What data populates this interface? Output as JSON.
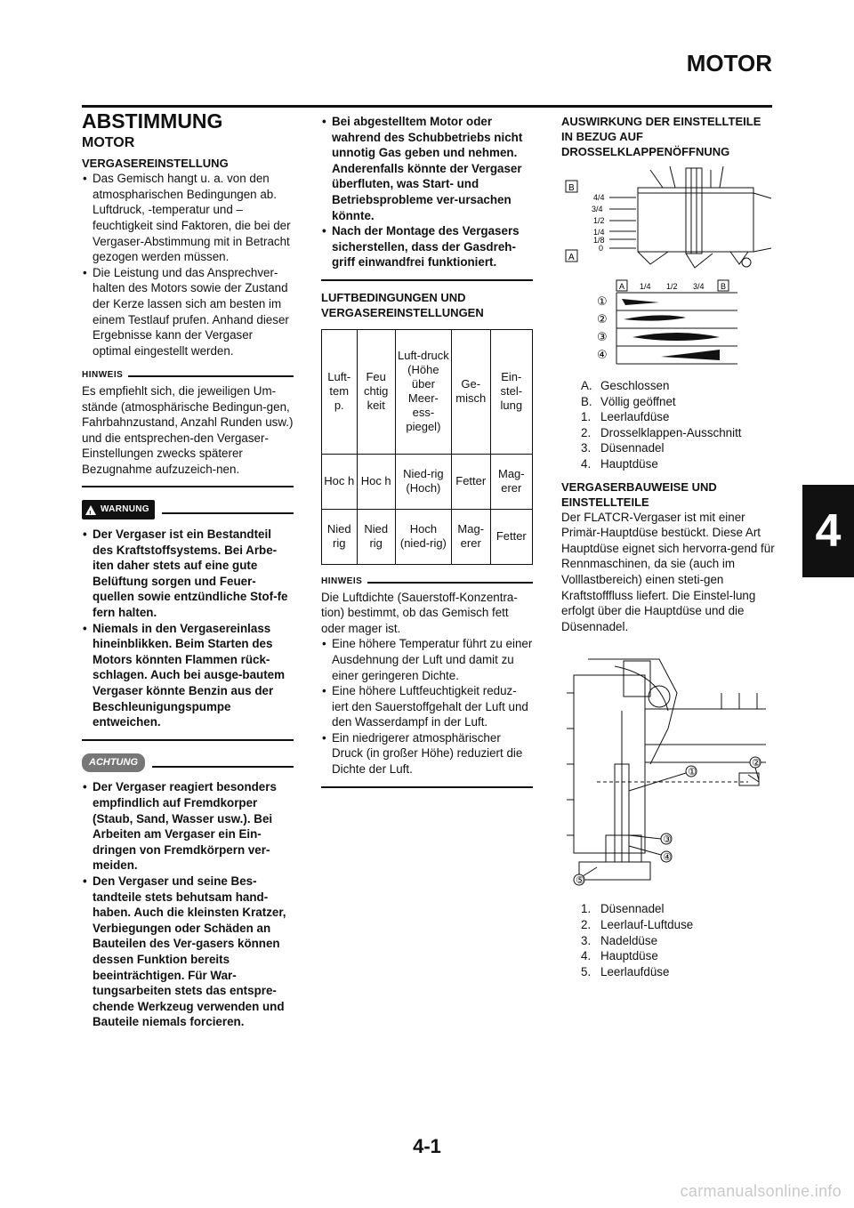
{
  "header": {
    "title": "MOTOR",
    "chapter": "4"
  },
  "page_number": "4-1",
  "col1": {
    "title": "ABSTIMMUNG",
    "subtitle": "MOTOR",
    "section1_heading": "VERGASEREINSTELLUNG",
    "section1_bullets": [
      "Das Gemisch hangt u. a. von den atmospharischen Bedingungen ab. Luftdruck, -temperatur und –feuchtigkeit sind Faktoren, die bei der Vergaser-Abstimmung mit in Betracht gezogen werden müssen.",
      "Die Leistung und das Ansprechver-halten des Motors sowie der Zustand der Kerze lassen sich am besten im einem Testlauf prufen. Anhand dieser Ergebnisse kann der Vergaser optimal eingestellt werden."
    ],
    "note_label": "HINWEIS",
    "note_text": "Es empfiehlt sich, die jeweiligen Um-stände (atmosphärische Bedingun-gen, Fahrbahnzustand, Anzahl Runden usw.) und die entsprechen-den Vergaser-Einstellungen zwecks späterer Bezugnahme aufzuzeich-nen.",
    "warning_label": "WARNUNG",
    "warning_bullets": [
      "Der Vergaser ist ein Bestandteil des Kraftstoffsystems. Bei Arbe-iten daher stets auf eine gute Belüftung sorgen und Feuer-quellen sowie entzündliche Stof-fe fern halten.",
      "Niemals in den Vergasereinlass hineinblikken. Beim Starten des Motors könnten Flammen rück-schlagen. Auch bei ausge-bautem Vergaser könnte Benzin aus der Beschleunigungspumpe entweichen."
    ],
    "caution_label": "ACHTUNG",
    "caution_bullets": [
      "Der Vergaser reagiert besonders empfindlich auf Fremdkorper (Staub, Sand, Wasser usw.). Bei Arbeiten am Vergaser ein Ein-dringen von Fremdkörpern ver-meiden.",
      "Den Vergaser und seine Bes-tandteile stets behutsam hand-haben. Auch die kleinsten Kratzer, Verbiegungen oder Schäden an Bauteilen des Ver-gasers können dessen Funktion bereits beeinträchtigen. Für War-tungsarbeiten stets das entspre-chende Werkzeug verwenden und Bauteile niemals forcieren."
    ]
  },
  "col2": {
    "caution_bullets_cont": [
      "Bei abgestelltem Motor oder wahrend des Schubbetriebs nicht unnotig Gas geben und nehmen. Anderenfalls könnte der Vergaser überfluten, was Start- und Betriebsprobleme ver-ursachen könnte.",
      "Nach der Montage des Vergasers sicherstellen, dass der Gasdreh-griff einwandfrei funktioniert."
    ],
    "section_heading": "LUFTBEDINGUNGEN UND VERGASEREINSTELLUNGEN",
    "table": {
      "header": [
        "Luft-tem p.",
        "Feu chtig keit",
        "Luft-druck (Höhe über Meer-ess-piegel)",
        "Ge-misch",
        "Ein-stel-lung"
      ],
      "rows": [
        [
          "Hoc h",
          "Hoc h",
          "Nied-rig (Hoch)",
          "Fetter",
          "Mag-erer"
        ],
        [
          "Nied rig",
          "Nied rig",
          "Hoch (nied-rig)",
          "Mag-erer",
          "Fetter"
        ]
      ]
    },
    "note_label": "HINWEIS",
    "note_text": "Die Luftdichte (Sauerstoff-Konzentra-tion) bestimmt, ob das Gemisch fett oder mager ist.",
    "note_bullets": [
      "Eine höhere Temperatur führt zu einer Ausdehnung der Luft und damit zu einer geringeren Dichte.",
      "Eine höhere Luftfeuchtigkeit reduz-iert den Sauerstoffgehalt der Luft und den Wasserdampf in der Luft.",
      "Ein niedrigerer atmosphärischer Druck (in großer Höhe) reduziert die Dichte der Luft."
    ]
  },
  "col3": {
    "section1_heading": "AUSWIRKUNG DER EINSTELLTEILE IN BEZUG AUF DROSSELKLAPPENÖFFNUNG",
    "fig1": {
      "label_b": "B",
      "label_a": "A",
      "ticks": [
        "4/4",
        "3/4",
        "1/2",
        "1/4",
        "1/8",
        "0"
      ]
    },
    "fig2": {
      "corner_a": "A",
      "corner_b": "B",
      "scale": [
        "1/4",
        "1/2",
        "3/4"
      ],
      "row_labels": [
        "①",
        "②",
        "③",
        "④"
      ]
    },
    "legend1": [
      {
        "key": "A.",
        "text": "Geschlossen"
      },
      {
        "key": "B.",
        "text": "Völlig geöffnet"
      },
      {
        "key": "1.",
        "text": "Leerlaufdüse"
      },
      {
        "key": "2.",
        "text": "Drosselklappen-Ausschnitt"
      },
      {
        "key": "3.",
        "text": "Düsennadel"
      },
      {
        "key": "4.",
        "text": "Hauptdüse"
      }
    ],
    "section2_heading": "VERGASERBAUWEISE UND EINSTELLTEILE",
    "section2_text": "Der FLATCR-Vergaser ist mit einer Primär-Hauptdüse bestückt. Diese Art Hauptdüse eignet sich hervorra-gend für Rennmaschinen, da sie (auch im Volllastbereich) einen steti-gen Kraftstofffluss liefert. Die Einstel-lung erfolgt über die Hauptdüse und die Düsennadel.",
    "fig3": {
      "callouts": [
        "①",
        "②",
        "③",
        "④",
        "⑤"
      ]
    },
    "legend2": [
      {
        "key": "1.",
        "text": "Düsennadel"
      },
      {
        "key": "2.",
        "text": "Leerlauf-Luftduse"
      },
      {
        "key": "3.",
        "text": "Nadeldüse"
      },
      {
        "key": "4.",
        "text": "Hauptdüse"
      },
      {
        "key": "5.",
        "text": "Leerlaufdüse"
      }
    ]
  },
  "watermark": "carmanualsonline.info"
}
